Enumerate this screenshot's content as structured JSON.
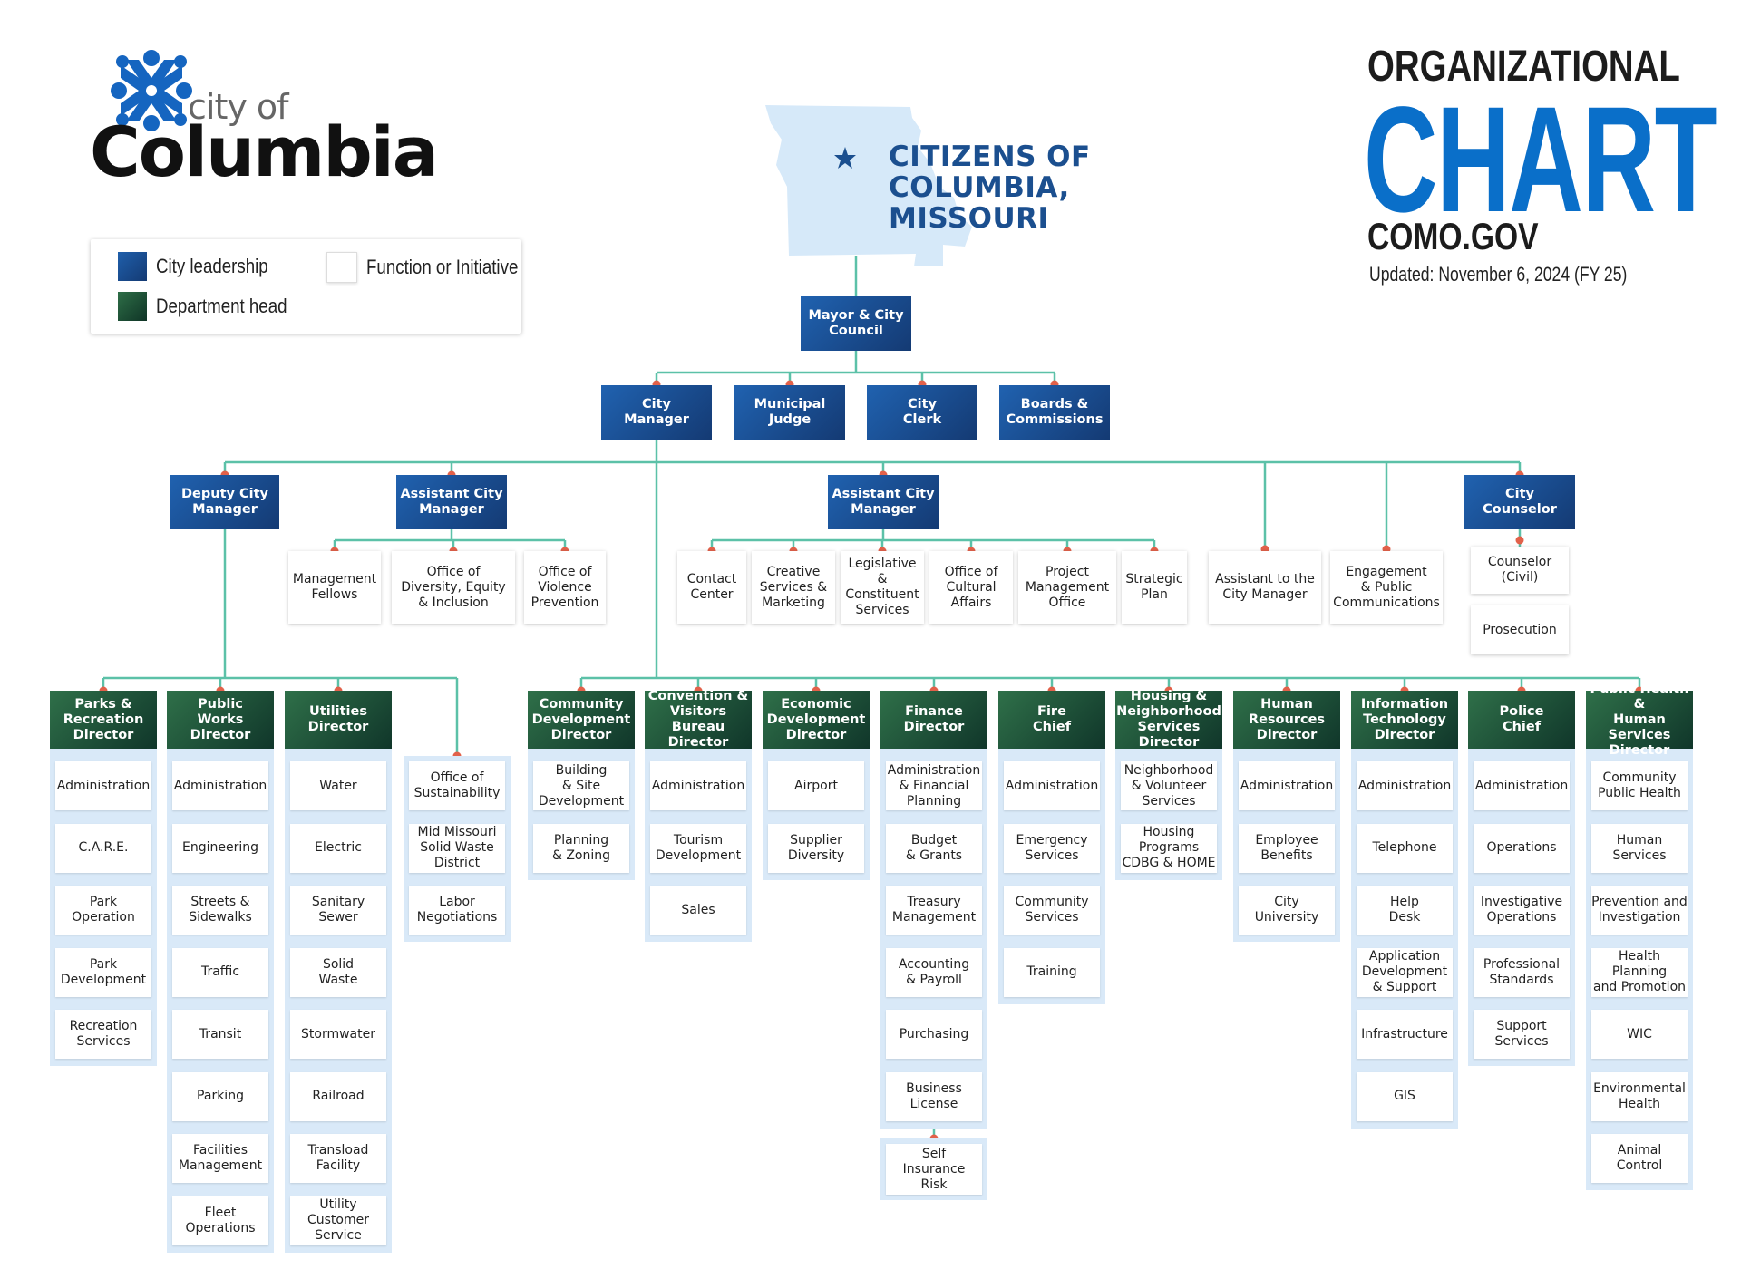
{
  "header": {
    "logo_city_of": "city of",
    "logo_columbia": "Columbia",
    "title_line1": "ORGANIZATIONAL",
    "title_line2": "CHART",
    "site": "COMO.GOV",
    "updated": "Updated: November 6, 2024 (FY 25)",
    "citizens": "CITIZENS OF\nCOLUMBIA,\nMISSOURI"
  },
  "legend": {
    "leader_label": "City leadership",
    "func_label": "Function or Initiative",
    "dept_label": "Department head"
  },
  "colors": {
    "leader": "#1a4f94",
    "department": "#1f5a3a",
    "connector": "#5cc1a8",
    "dot": "#e2614a",
    "column_bg": "#d9e9f8",
    "title_blue": "#0a6fc9"
  },
  "icons": [
    "city-of-columbia-logo-icon",
    "missouri-map-icon",
    "star-icon"
  ],
  "chart": {
    "mayor": "Mayor & City\nCouncil",
    "tier2": [
      "City\nManager",
      "Municipal\nJudge",
      "City\nClerk",
      "Boards &\nCommissions"
    ],
    "tier3_leaders": {
      "deputy": "Deputy City\nManager",
      "asst1": "Assistant City\nManager",
      "asst2": "Assistant City\nManager",
      "counselor": "City\nCounselor"
    },
    "asst1_functions": [
      "Management\nFellows",
      "Office of\nDiversity, Equity\n& Inclusion",
      "Office of\nViolence\nPrevention"
    ],
    "asst2_functions": [
      "Contact\nCenter",
      "Creative\nServices &\nMarketing",
      "Legislative\n&\nConstituent\nServices",
      "Office of\nCultural\nAffairs",
      "Project\nManagement\nOffice",
      "Strategic\nPlan"
    ],
    "cm_functions": [
      "Assistant to the\nCity Manager",
      "Engagement\n& Public\nCommunications"
    ],
    "counselor_functions": [
      "Counselor\n(Civil)",
      "Prosecution"
    ],
    "self_insurance": "Self\nInsurance\nRisk",
    "departments": [
      {
        "head": "Parks &\nRecreation\nDirector",
        "items": [
          "Administration",
          "C.A.R.E.",
          "Park\nOperation",
          "Park\nDevelopment",
          "Recreation\nServices"
        ]
      },
      {
        "head": "Public\nWorks\nDirector",
        "items": [
          "Administration",
          "Engineering",
          "Streets &\nSidewalks",
          "Traffic",
          "Transit",
          "Parking",
          "Facilities\nManagement",
          "Fleet\nOperations"
        ]
      },
      {
        "head": "Utilities\nDirector",
        "items": [
          "Water",
          "Electric",
          "Sanitary\nSewer",
          "Solid\nWaste",
          "Stormwater",
          "Railroad",
          "Transload\nFacility",
          "Utility\nCustomer\nService"
        ]
      },
      {
        "head": "",
        "items": [
          "Office of\nSustainability",
          "Mid Missouri\nSolid Waste\nDistrict",
          "Labor\nNegotiations"
        ]
      },
      {
        "head": "Community\nDevelopment\nDirector",
        "items": [
          "Building\n& Site\nDevelopment",
          "Planning\n& Zoning"
        ]
      },
      {
        "head": "Convention &\nVisitors Bureau\nDirector",
        "items": [
          "Administration",
          "Tourism\nDevelopment",
          "Sales"
        ]
      },
      {
        "head": "Economic\nDevelopment\nDirector",
        "items": [
          "Airport",
          "Supplier\nDiversity"
        ]
      },
      {
        "head": "Finance\nDirector",
        "items": [
          "Administration\n& Financial\nPlanning",
          "Budget\n& Grants",
          "Treasury\nManagement",
          "Accounting\n& Payroll",
          "Purchasing",
          "Business\nLicense"
        ]
      },
      {
        "head": "Fire\nChief",
        "items": [
          "Administration",
          "Emergency\nServices",
          "Community\nServices",
          "Training"
        ]
      },
      {
        "head": "Housing &\nNeighborhood\nServices Director",
        "items": [
          "Neighborhood\n& Volunteer\nServices",
          "Housing\nPrograms\nCDBG & HOME"
        ]
      },
      {
        "head": "Human\nResources\nDirector",
        "items": [
          "Administration",
          "Employee\nBenefits",
          "City\nUniversity"
        ]
      },
      {
        "head": "Information\nTechnology\nDirector",
        "items": [
          "Administration",
          "Telephone",
          "Help\nDesk",
          "Application\nDevelopment\n& Support",
          "Infrastructure",
          "GIS"
        ]
      },
      {
        "head": "Police\nChief",
        "items": [
          "Administration",
          "Operations",
          "Investigative\nOperations",
          "Professional\nStandards",
          "Support\nServices"
        ]
      },
      {
        "head": "Public Health &\nHuman Services\nDirector",
        "items": [
          "Community\nPublic Health",
          "Human\nServices",
          "Prevention and\nInvestigation",
          "Health\nPlanning\nand Promotion",
          "WIC",
          "Environmental\nHealth",
          "Animal\nControl"
        ]
      }
    ]
  }
}
